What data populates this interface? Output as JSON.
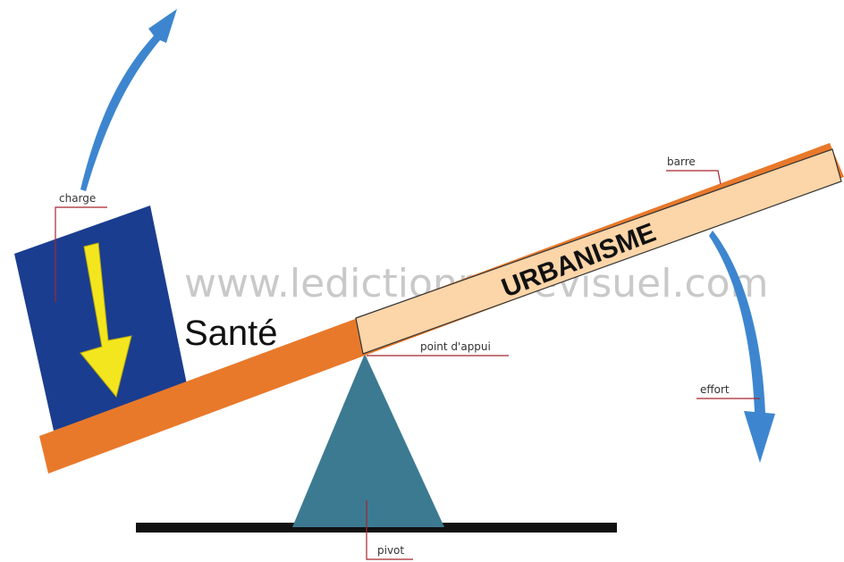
{
  "labels": {
    "charge": "charge",
    "barre": "barre",
    "point_appui": "point d'appui",
    "effort": "effort",
    "pivot": "pivot"
  },
  "watermark": "www.ledictionnairevisuel.com",
  "overlay": {
    "sante": "Santé",
    "urbanisme": "URBANISME"
  },
  "colors": {
    "bar": "#e8792b",
    "barre_overlay": "#fcd5a8",
    "load_box": "#1b3d8f",
    "load_arrow": "#f4e61e",
    "motion_arrows": "#3d86cf",
    "pivot": "#3c7a92",
    "ground": "#111111",
    "leader_lines": "#a6242f"
  }
}
